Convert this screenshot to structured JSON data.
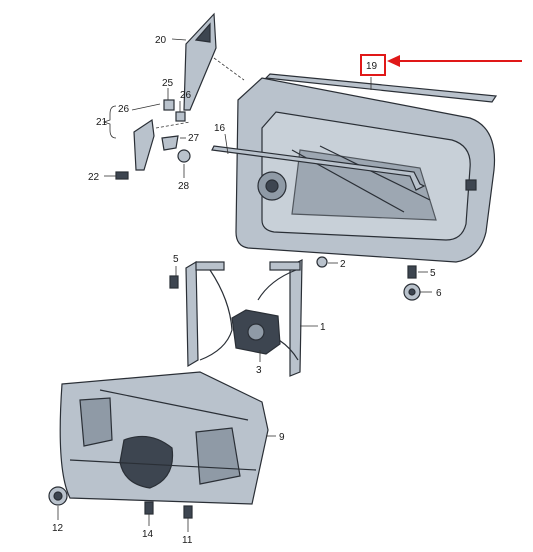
{
  "callouts": {
    "c1": "1",
    "c2": "2",
    "c3": "3",
    "c5a": "5",
    "c5b": "5",
    "c6": "6",
    "c9": "9",
    "c11": "11",
    "c12": "12",
    "c14": "14",
    "c16": "16",
    "c19": "19",
    "c20": "20",
    "c21": "21",
    "c22": "22",
    "c25": "25",
    "c26a": "26",
    "c26b": "26",
    "c27": "27",
    "c28": "28"
  },
  "colors": {
    "highlight": "#e01818",
    "part_fill": "#b9c2cc",
    "outline": "#2a2f36"
  }
}
